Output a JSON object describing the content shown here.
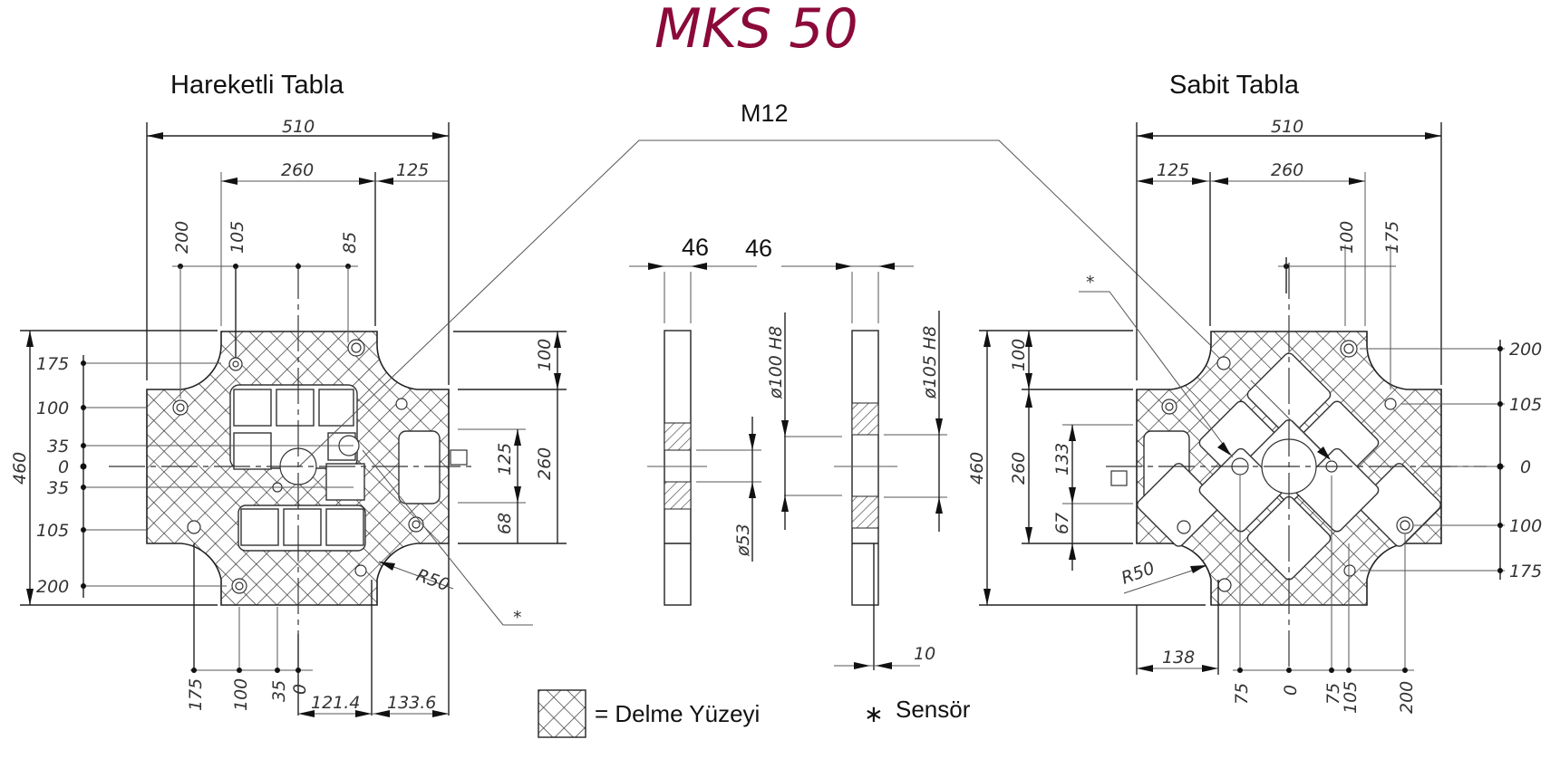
{
  "title": "MKS 50",
  "colors": {
    "title": "#8b0a3a",
    "lines": "#222222"
  },
  "left_view": {
    "heading": "Hareketli Tabla",
    "top_dims": {
      "overall": "510",
      "inner": "260",
      "side": "125"
    },
    "top_scale": [
      "200",
      "105",
      "85"
    ],
    "left_scale": [
      "175",
      "100",
      "35",
      "0",
      "35",
      "105",
      "200"
    ],
    "overall_height": "460",
    "right_dims": [
      "100",
      "125",
      "260",
      "68"
    ],
    "bottom_scale": [
      "175",
      "100",
      "35",
      "0"
    ],
    "bottom_dims": [
      "121.4",
      "133.6"
    ],
    "radius": "R50",
    "sensor_mark": "*"
  },
  "section_view": {
    "connector_label": "M12",
    "thickness_dims": [
      "46",
      "46"
    ],
    "bore_labels": [
      "ø100 H8",
      "ø105 H8",
      "ø53"
    ],
    "plate_dim": "10"
  },
  "right_view": {
    "heading": "Sabit Tabla",
    "top_dims": {
      "overall": "510",
      "side": "125",
      "inner": "260"
    },
    "top_scale": [
      "100",
      "175"
    ],
    "right_scale": [
      "200",
      "105",
      "0",
      "100",
      "175"
    ],
    "overall_height": "460",
    "left_dims": [
      "100",
      "260",
      "133",
      "67"
    ],
    "bottom_scale": [
      "75",
      "0",
      "75",
      "105",
      "200"
    ],
    "bottom_dim": "138",
    "radius": "R50",
    "sensor_mark": "*"
  },
  "legend": {
    "drilling_surface_label": "= Delme Yüzeyi",
    "sensor_symbol": "∗",
    "sensor_label": "Sensör"
  }
}
